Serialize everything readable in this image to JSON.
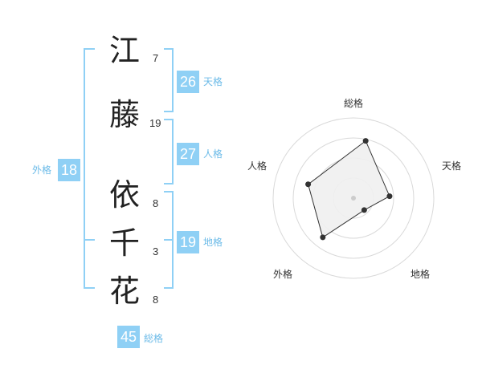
{
  "name": {
    "characters": [
      {
        "char": "江",
        "strokes": "7"
      },
      {
        "char": "藤",
        "strokes": "19"
      },
      {
        "char": "依",
        "strokes": "8"
      },
      {
        "char": "千",
        "strokes": "3"
      },
      {
        "char": "花",
        "strokes": "8"
      }
    ]
  },
  "scores": {
    "tenkaku": {
      "value": "26",
      "label": "天格"
    },
    "jinkaku": {
      "value": "27",
      "label": "人格"
    },
    "chikaku": {
      "value": "19",
      "label": "地格"
    },
    "gaikaku": {
      "value": "18",
      "label": "外格"
    },
    "soukaku": {
      "value": "45",
      "label": "総格"
    }
  },
  "colors": {
    "accent": "#8fd0f5",
    "accent_text": "#6cbbe8",
    "radar_fill": "#efefef",
    "radar_line": "#333333"
  },
  "chart_data": {
    "type": "radar",
    "axes": [
      "総格",
      "天格",
      "地格",
      "外格",
      "人格"
    ],
    "values": [
      0.73,
      0.45,
      0.2,
      0.62,
      0.59
    ],
    "range": [
      0,
      1
    ],
    "rings": 4
  }
}
